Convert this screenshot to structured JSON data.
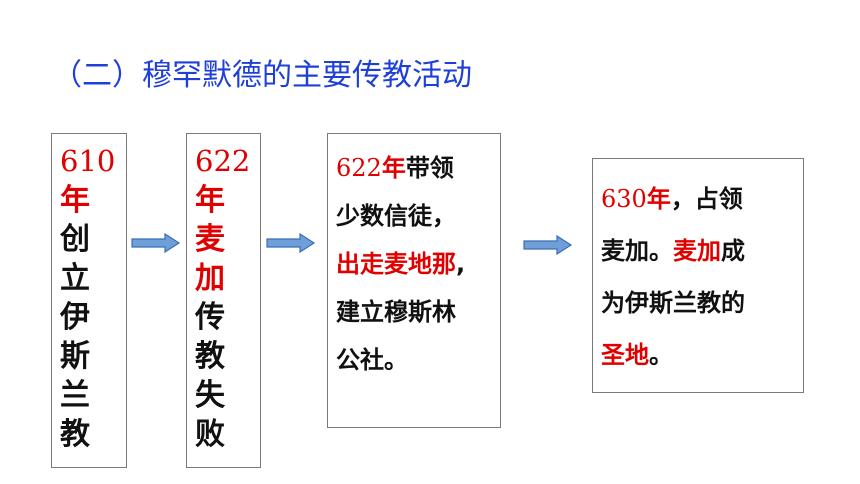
{
  "title": "（二）穆罕默德的主要传教活动",
  "colors": {
    "title": "#1f3fd9",
    "highlight": "#e10000",
    "arrow_fill": "#6f9fd8",
    "arrow_stroke": "#3b6fb5"
  },
  "steps": [
    {
      "year": "610",
      "year_suffix": "年",
      "chars": [
        "创",
        "立",
        "伊",
        "斯",
        "兰",
        "教"
      ]
    },
    {
      "year": "622",
      "year_suffix": "年",
      "red_chars": [
        "麦",
        "加"
      ],
      "chars": [
        "传",
        "教",
        "失",
        "败"
      ]
    },
    {
      "line1_year": "622",
      "line1_year_suffix": "年",
      "line1_rest": "带领",
      "line2": "少数信徒，",
      "line3_red": "出走麦地那",
      "line3_rest": ",",
      "line4": "建立穆斯林",
      "line5": "公社。"
    },
    {
      "line1_year": "630",
      "line1_year_suffix": "年",
      "line1_rest": "，占领",
      "line2_a": "麦加。",
      "line2_red": "麦加",
      "line2_b": "成",
      "line3": "为伊斯兰教的",
      "line4_red": "圣地",
      "line4_rest": "。"
    }
  ]
}
